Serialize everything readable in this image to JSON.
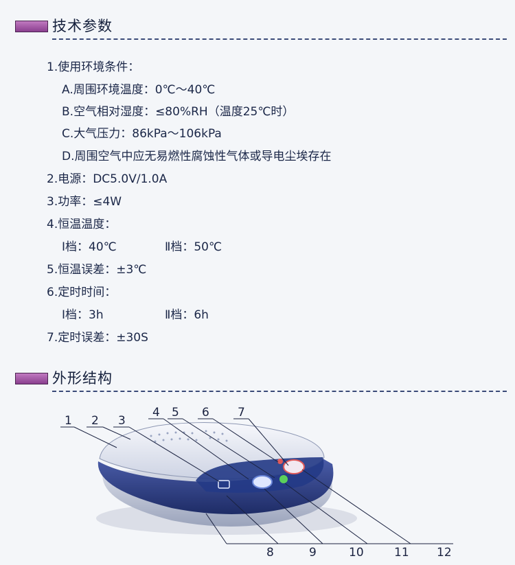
{
  "sections": {
    "specs_title": "技术参数",
    "structure_title": "外形结构"
  },
  "specs": [
    "1.使用环境条件：",
    "A.周围环境温度：0℃～40℃",
    "B.空气相对湿度：≤80%RH（温度25℃时）",
    "C.大气压力：86kPa～106kPa",
    "D.周围空气中应无易燃性腐蚀性气体或导电尘埃存在",
    "2.电源：DC5.0V/1.0A",
    "3.功率：≤4W",
    "4.恒温温度：",
    "Ⅰ档：40℃",
    "Ⅱ档：50℃",
    "5.恒温误差：±3℃",
    "6.定时时间：",
    "Ⅰ档：3h",
    "Ⅱ档：6h",
    "7.定时误差：±30S"
  ],
  "callouts": [
    "1",
    "2",
    "3",
    "4",
    "5",
    "6",
    "7",
    "8",
    "9",
    "10",
    "11",
    "12"
  ],
  "colors": {
    "accent_bar": "#9a4a9c",
    "rule": "#3a4a78",
    "device_body": "#2c3f8c",
    "device_lid": "#e8ecf4",
    "green_button": "#5bd05b",
    "red_button": "#e05a5a"
  }
}
